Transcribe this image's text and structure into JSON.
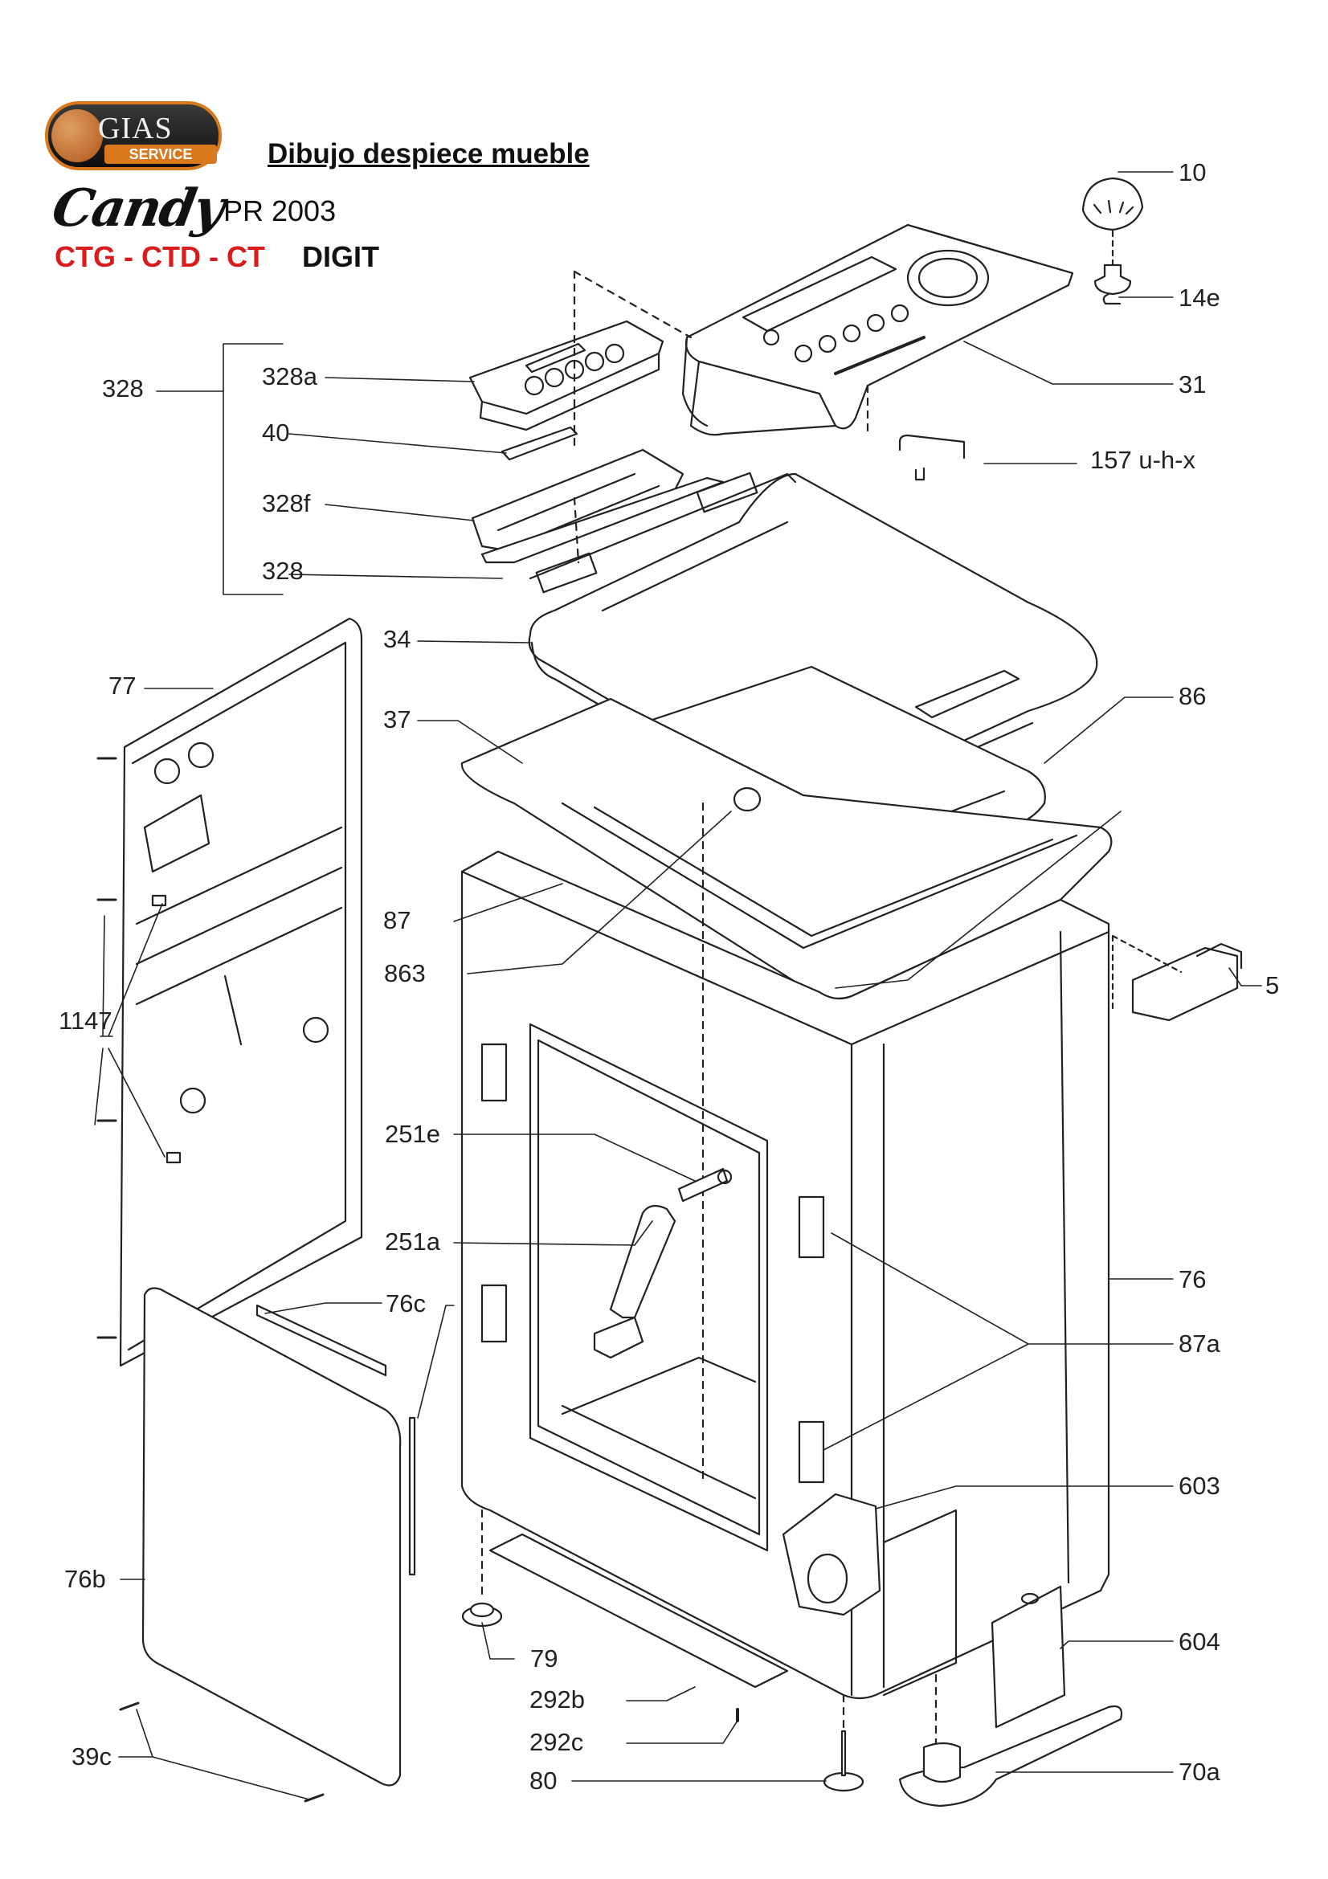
{
  "header": {
    "logo_text": "GIAS",
    "logo_subtext": "SERVICE",
    "title": "Dibujo despiece mueble",
    "brand": "Candy",
    "model": "PR 2003",
    "variants": "CTG - CTD - CT",
    "variant_suffix": "DIGIT"
  },
  "colors": {
    "accent_red": "#d81c1c",
    "logo_orange": "#d9781c",
    "line": "#222222"
  },
  "parts": [
    {
      "id": "p10",
      "label": "10"
    },
    {
      "id": "p14e",
      "label": "14e"
    },
    {
      "id": "p31",
      "label": "31"
    },
    {
      "id": "p157",
      "label": "157 u-h-x"
    },
    {
      "id": "p328",
      "label": "328"
    },
    {
      "id": "p328a",
      "label": "328a"
    },
    {
      "id": "p40",
      "label": "40"
    },
    {
      "id": "p328f",
      "label": "328f"
    },
    {
      "id": "p328b",
      "label": "328"
    },
    {
      "id": "p34",
      "label": "34"
    },
    {
      "id": "p77",
      "label": "77"
    },
    {
      "id": "p86",
      "label": "86"
    },
    {
      "id": "p37",
      "label": "37"
    },
    {
      "id": "p87",
      "label": "87"
    },
    {
      "id": "p863",
      "label": "863"
    },
    {
      "id": "p5",
      "label": "5"
    },
    {
      "id": "p1147",
      "label": "1147"
    },
    {
      "id": "p251e",
      "label": "251e"
    },
    {
      "id": "p251a",
      "label": "251a"
    },
    {
      "id": "p76",
      "label": "76"
    },
    {
      "id": "p76c",
      "label": "76c"
    },
    {
      "id": "p87a",
      "label": "87a"
    },
    {
      "id": "p603",
      "label": "603"
    },
    {
      "id": "p76b",
      "label": "76b"
    },
    {
      "id": "p79",
      "label": "79"
    },
    {
      "id": "p604",
      "label": "604"
    },
    {
      "id": "p292b",
      "label": "292b"
    },
    {
      "id": "p292c",
      "label": "292c"
    },
    {
      "id": "p39c",
      "label": "39c"
    },
    {
      "id": "p80",
      "label": "80"
    },
    {
      "id": "p70a",
      "label": "70a"
    }
  ]
}
